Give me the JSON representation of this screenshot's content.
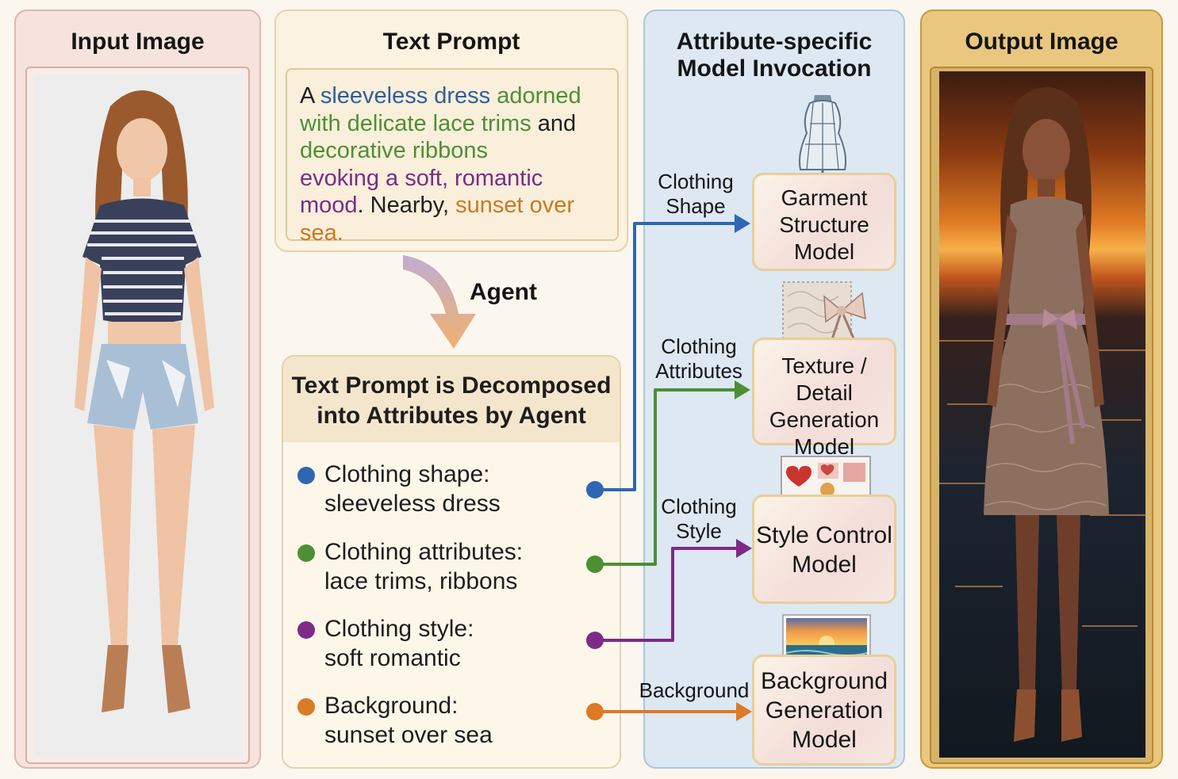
{
  "panels": {
    "input": {
      "title": "Input Image"
    },
    "prompt": {
      "title": "Text Prompt",
      "text": {
        "p1": "A",
        "p2": "sleeveless dress",
        "p3": "adorned",
        "p4": "with delicate lace trims",
        "p5": "and",
        "p6": "decorative ribbons",
        "p7": "evoking a soft, romantic",
        "p8": "mood",
        "p9": ". Nearby,",
        "p10": "sunset over sea."
      }
    },
    "agent": {
      "label": "Agent"
    },
    "decomposition": {
      "title_line1": "Text Prompt is Decomposed",
      "title_line2": "into Attributes by Agent",
      "items": [
        {
          "line1": "Clothing shape:",
          "line2": "sleeveless dress",
          "color": "#2f66b3"
        },
        {
          "line1": "Clothing attributes:",
          "line2": "lace trims, ribbons",
          "color": "#4c8f35"
        },
        {
          "line1": "Clothing style:",
          "line2": "soft romantic",
          "color": "#7d2a88"
        },
        {
          "line1": "Background:",
          "line2": "sunset over sea",
          "color": "#dd7a26"
        }
      ]
    },
    "models": {
      "title_line1": "Attribute-specific",
      "title_line2": "Model Invocation",
      "edges": [
        {
          "line1": "Clothing",
          "line2": "Shape"
        },
        {
          "line1": "Clothing",
          "line2": "Attributes"
        },
        {
          "line1": "Clothing",
          "line2": "Style"
        },
        {
          "line1": "Background",
          "line2": ""
        }
      ],
      "boxes": [
        {
          "line1": "Garment",
          "line2": "Structure",
          "line3": "Model",
          "icon": "dress-form-icon"
        },
        {
          "line1": "Texture / Detail",
          "line2": "Generation",
          "line3": "Model",
          "icon": "lace-ribbon-icon"
        },
        {
          "line1": "Style Control",
          "line2": "Model",
          "line3": "",
          "icon": "moodboard-icon"
        },
        {
          "line1": "Background",
          "line2": "Generation",
          "line3": "Model",
          "icon": "sunset-photo-icon"
        }
      ]
    },
    "output": {
      "title": "Output Image"
    }
  },
  "colors": {
    "shape": "#2f66b3",
    "attributes": "#4c8f35",
    "style": "#7d2a88",
    "background": "#dd7a26",
    "agent_arrow": "#e7a067"
  }
}
